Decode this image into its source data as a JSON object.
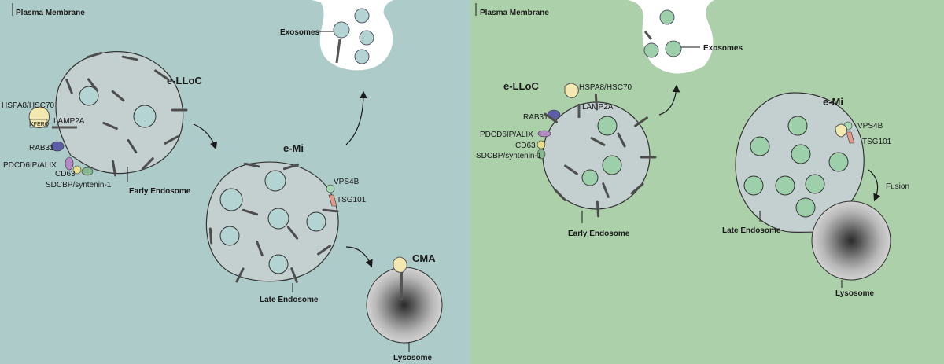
{
  "left_panel": {
    "plasma_membrane": "Plasma Membrane",
    "exosomes": "Exosomes",
    "e_lloc": "e-LLoC",
    "e_mi": "e-Mi",
    "cma": "CMA",
    "hspa8": "HSPA8/HSC70",
    "kferq": "KFERQ",
    "lamp2a": "LAMP2A",
    "rab31": "RAB31",
    "pdcd6ip": "PDCD6IP/ALIX",
    "cd63": "CD63",
    "sdcbp": "SDCBP/syntenin-1",
    "early_endosome": "Early Endosome",
    "late_endosome": "Late Endosome",
    "lysosome": "Lysosome",
    "vps4b": "VPS4B",
    "tsg101": "TSG101"
  },
  "right_panel": {
    "plasma_membrane": "Plasma Membrane",
    "exosomes": "Exosomes",
    "e_lloc": "e-LLoC",
    "e_mi": "e-Mi",
    "hspa8": "HSPA8/HSC70",
    "lamp2a": "LAMP2A",
    "rab31": "RAB31",
    "pdcd6ip": "PDCD6IP/ALIX",
    "cd63": "CD63",
    "sdcbp": "SDCBP/syntenin-1",
    "early_endosome": "Early Endosome",
    "late_endosome": "Late Endosome",
    "lysosome": "Lysosome",
    "vps4b": "VPS4B",
    "tsg101": "TSG101",
    "fusion": "Fusion"
  },
  "colors": {
    "left_bg": "#adcbc9",
    "right_bg": "#acd0aa",
    "endosome_fill": "#c3d0cf",
    "vesicle_left": "#b4d4d4",
    "vesicle_right": "#9ccfaa",
    "hspa8": "#f3e8b0",
    "rab31": "#5c5ea8",
    "pdcd6ip": "#b48ac4",
    "cd63": "#e8e08c",
    "sdcbp": "#86b790",
    "vps4b": "#a6d8b6",
    "tsg101": "#e59b8c"
  }
}
